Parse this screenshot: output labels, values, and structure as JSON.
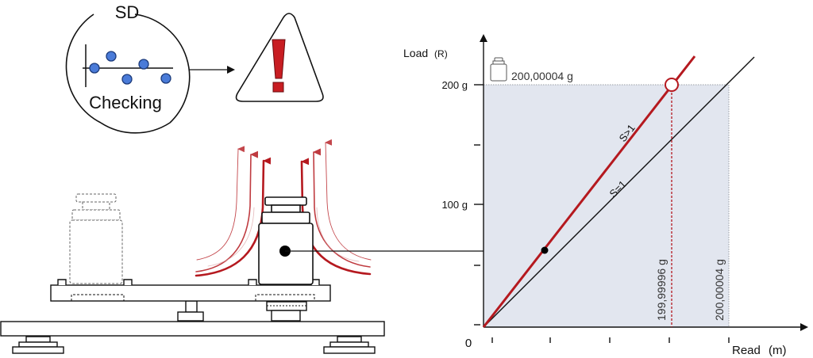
{
  "sd_checking": {
    "title": "SD",
    "subtitle": "Checking"
  },
  "warning": {
    "icon": "exclamation-warning-icon"
  },
  "chart": {
    "y_axis_label": "Load",
    "y_axis_unit": "(R)",
    "x_axis_label": "Read",
    "x_axis_unit": "(m)",
    "origin_label": "0",
    "y_ticks": [
      "100 g",
      "200 g"
    ],
    "top_weight_label": "200,00004 g",
    "x_marker_left_label": "199,99996 g",
    "x_marker_right_label": "200,00004 g",
    "line_steep_label": "S>1",
    "line_unity_label": "S=1"
  },
  "colors": {
    "accent_red": "#b5191f",
    "line_black": "#111111",
    "shaded_area": "#e2e6ef",
    "warning_red": "#c81d22"
  }
}
